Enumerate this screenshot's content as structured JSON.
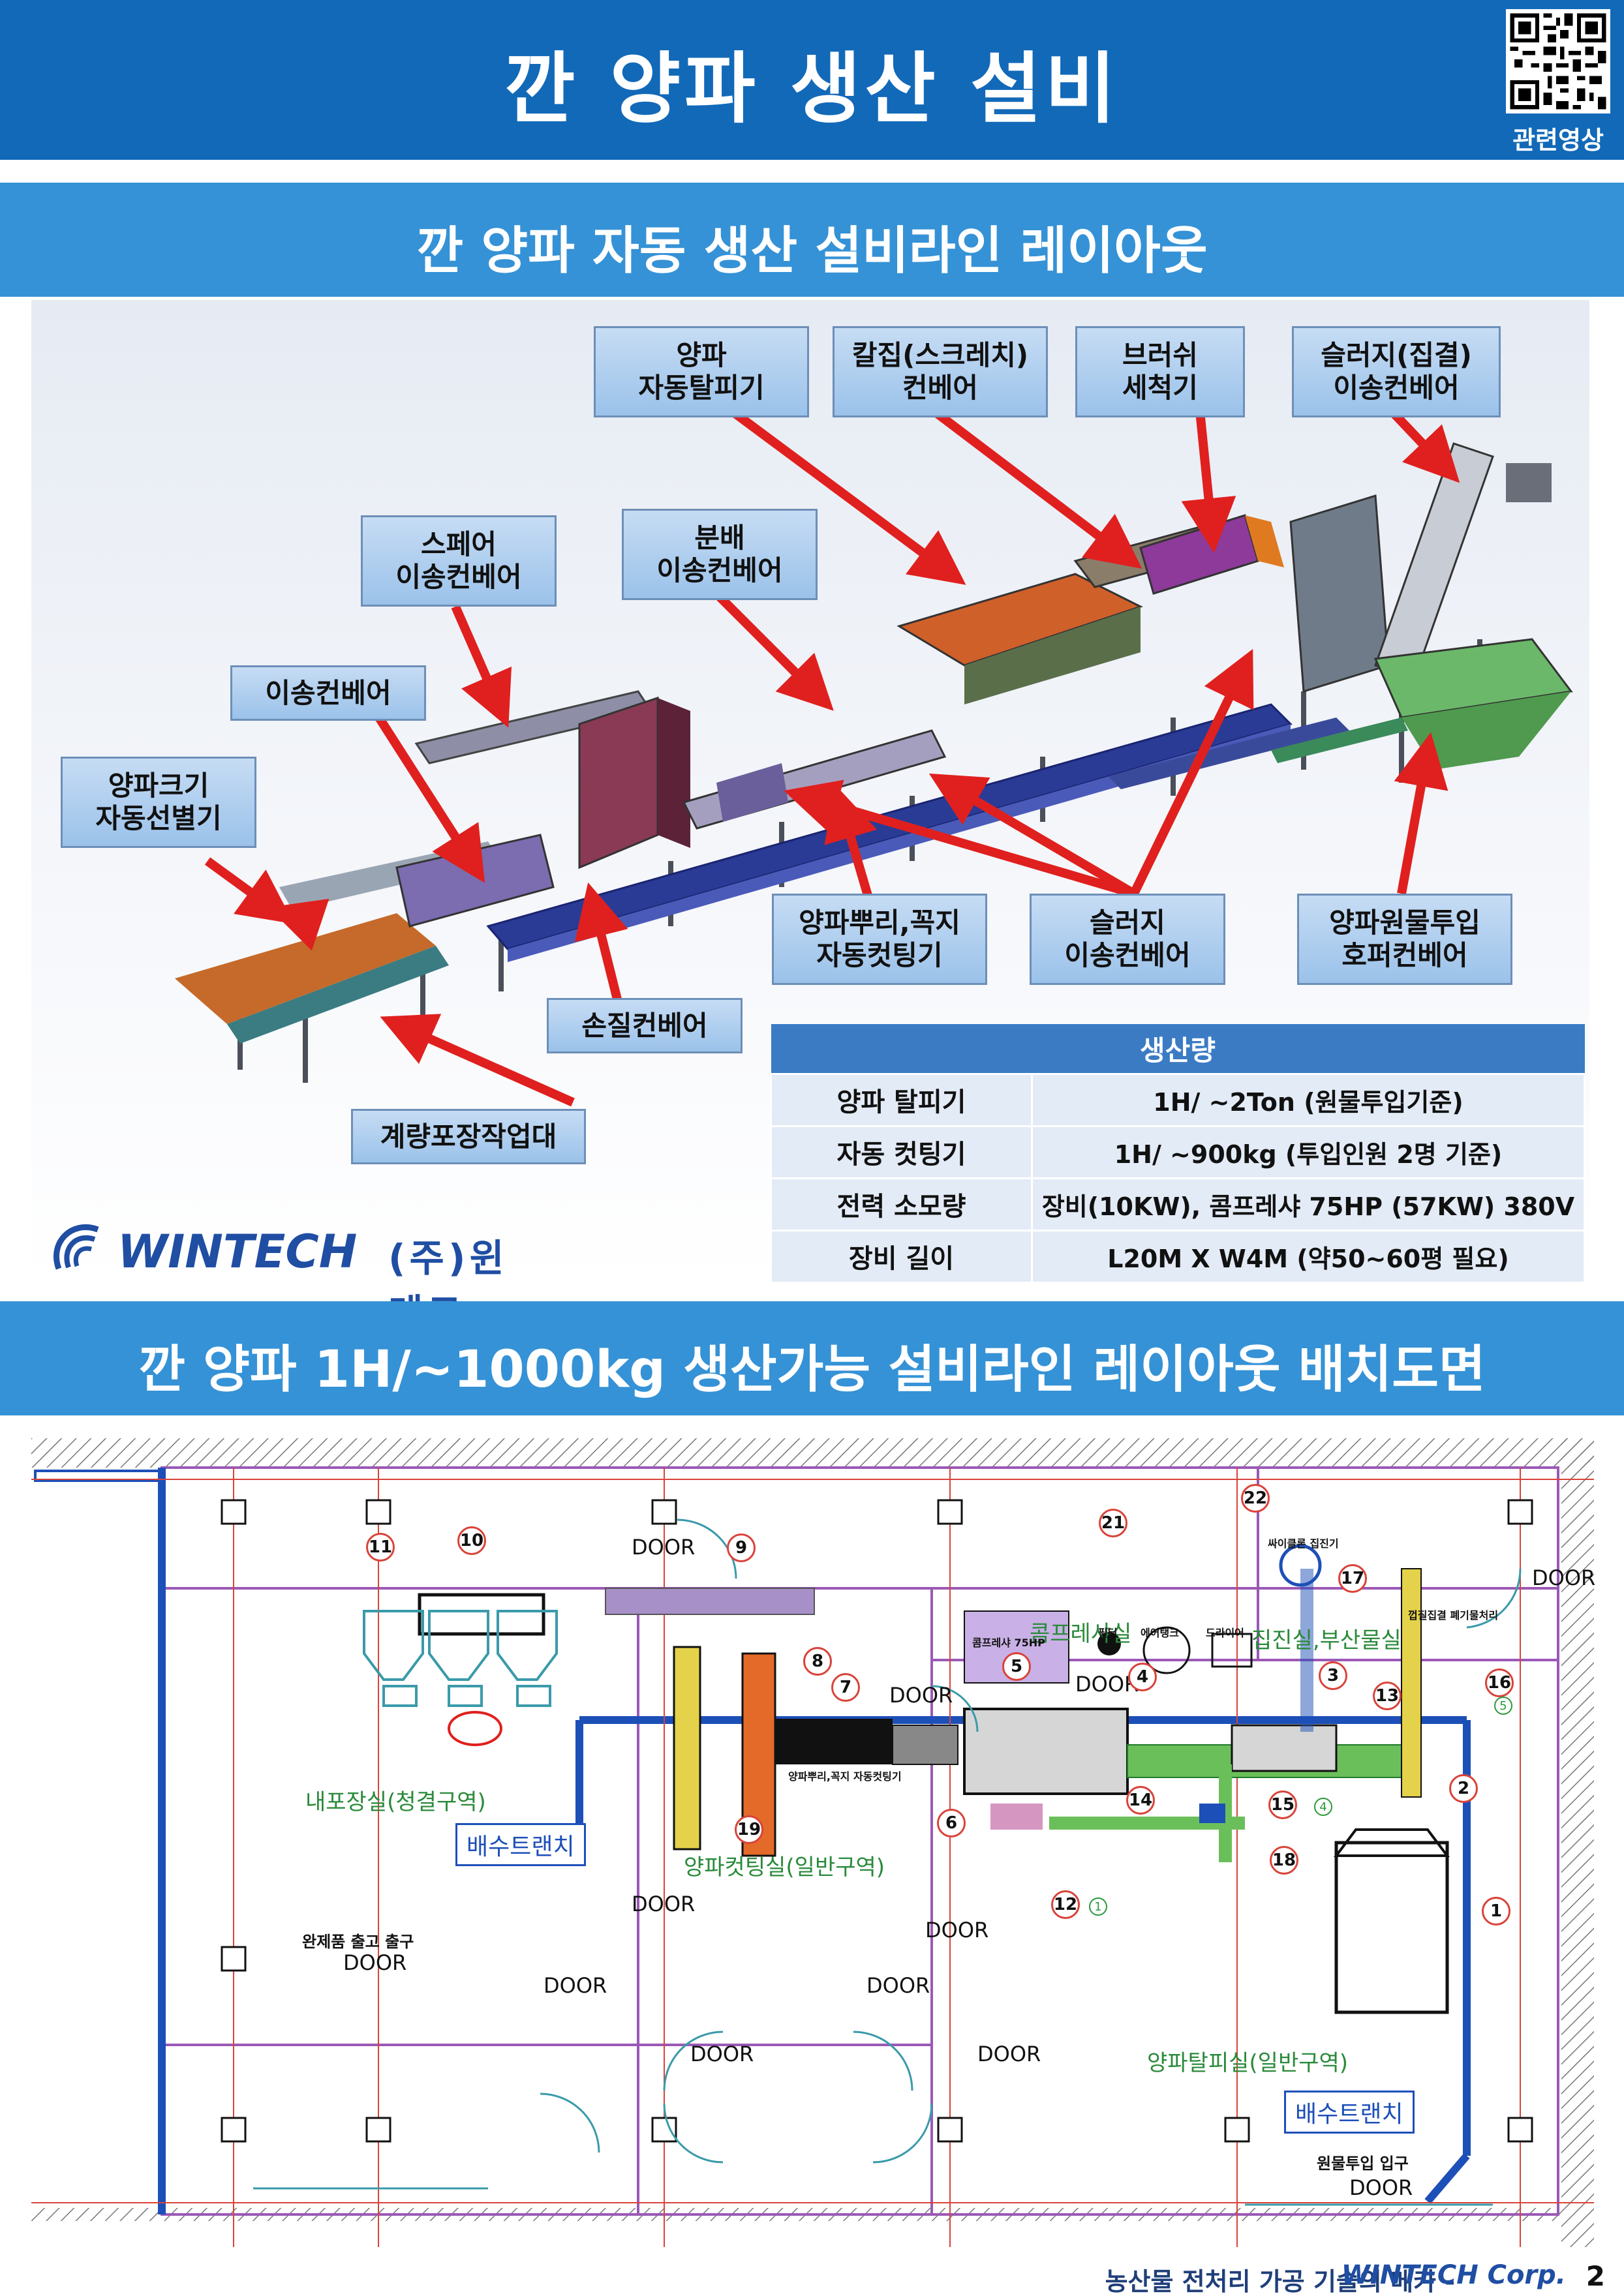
{
  "header": {
    "title": "깐 양파 생산 설비",
    "qr_label": "관련영상"
  },
  "section1": {
    "title": "깐 양파 자동 생산 설비라인 레이아웃",
    "callouts": {
      "peeler": "양파\n자동탈피기",
      "scraper": "칼집(스크레치)\n컨베어",
      "brush": "브러쉬\n세척기",
      "sludge_top": "슬러지(집결)\n이송컨베어",
      "spare": "스페어\n이송컨베어",
      "distribution": "분배\n이송컨베어",
      "transfer": "이송컨베어",
      "sorter": "양파크기\n자동선별기",
      "cutter": "양파뿌리,꼭지\n자동컷팅기",
      "sludge_bottom": "슬러지\n이송컨베어",
      "hopper": "양파원물투입\n호퍼컨베어",
      "hand": "손질컨베어",
      "packing": "계량포장작업대"
    },
    "logo": {
      "brand": "WINTECH",
      "korean": "(주)윈테크"
    },
    "table": {
      "header": "생산량",
      "rows": [
        {
          "label": "양파 탈피기",
          "value": "1H/ ~2Ton (원물투입기준)"
        },
        {
          "label": "자동 컷팅기",
          "value": "1H/ ~900kg (투입인원 2명 기준)"
        },
        {
          "label": "전력 소모량",
          "value": "장비(10KW), 콤프레샤 75HP (57KW) 380V"
        },
        {
          "label": "장비 길이",
          "value": "L20M X W4M (약50~60평 필요)"
        }
      ]
    }
  },
  "section2": {
    "title": "깐 양파 1H/~1000kg 생산가능 설비라인 레이아웃 배치도면",
    "rooms": {
      "packing_room": "내포장실(청결구역)",
      "cutting_room": "양파컷팅실(일반구역)",
      "peeling_room": "양파탈피실(일반구역)",
      "compressor_room": "콤프레샤실",
      "dust_room": "집진실,부산물실"
    },
    "drain": "배수트랜치",
    "door": "DOOR",
    "exit_label": "완제품 출고 출구",
    "entry_label": "원물투입 입구",
    "equipment_labels": {
      "compressor": "콤프레샤 75HP",
      "filter": "필터",
      "air_tank": "에어탱크",
      "dryer": "드라이어",
      "dust_collector": "싸이클론 집진기",
      "byproduct": "껍질집결 폐기물처리",
      "cutter": "양파뿌리,꼭지 자동컷팅기"
    },
    "markers": [
      "1",
      "2",
      "3",
      "4",
      "5",
      "6",
      "7",
      "8",
      "9",
      "10",
      "11",
      "12",
      "13",
      "14",
      "15",
      "16",
      "17",
      "18",
      "19",
      "21",
      "22"
    ],
    "green_markers": [
      "1",
      "4",
      "5"
    ]
  },
  "footer": {
    "text": "농산물 전처리 가공 기술의 메카 -",
    "brand": "WINTECH Corp.",
    "page": "2"
  }
}
